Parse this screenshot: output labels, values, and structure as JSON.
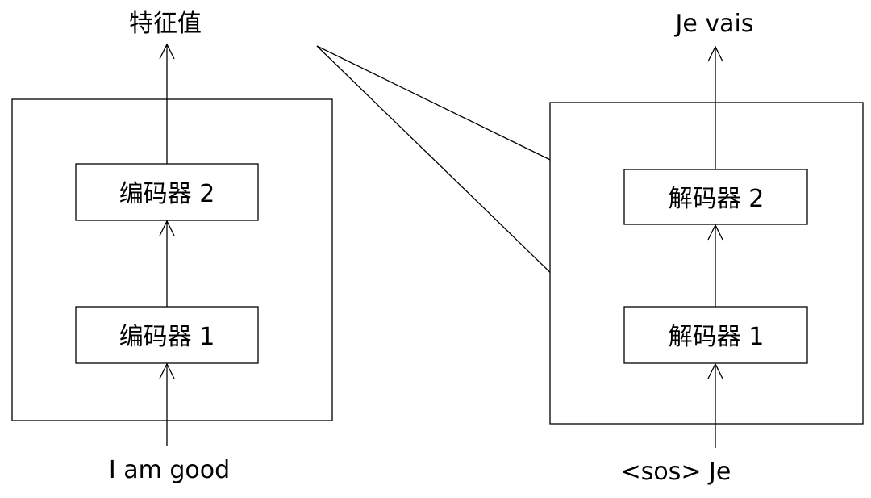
{
  "encoder": {
    "output_label": "特征值",
    "input_label": "I am good",
    "block_1": "编码器 1",
    "block_2": "编码器 2"
  },
  "decoder": {
    "output_label": "Je vais",
    "input_label": "<sos> Je",
    "block_1": "解码器 1",
    "block_2": "解码器 2"
  },
  "colors": {
    "stroke": "#000000",
    "background": "#ffffff"
  }
}
